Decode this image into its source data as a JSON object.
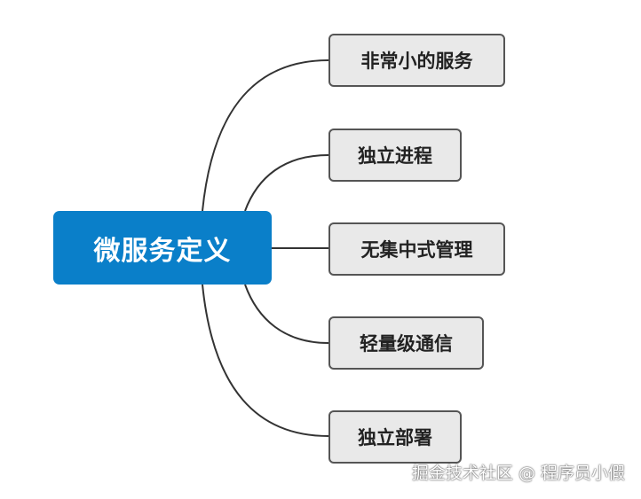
{
  "root": {
    "label": "微服务定义",
    "color": "#0a7fc9"
  },
  "children": [
    {
      "label": "非常小的服务"
    },
    {
      "label": "独立进程"
    },
    {
      "label": "无集中式管理"
    },
    {
      "label": "轻量级通信"
    },
    {
      "label": "独立部署"
    }
  ],
  "watermark": {
    "text": "掘金技术社区 @ 程序员小假"
  }
}
